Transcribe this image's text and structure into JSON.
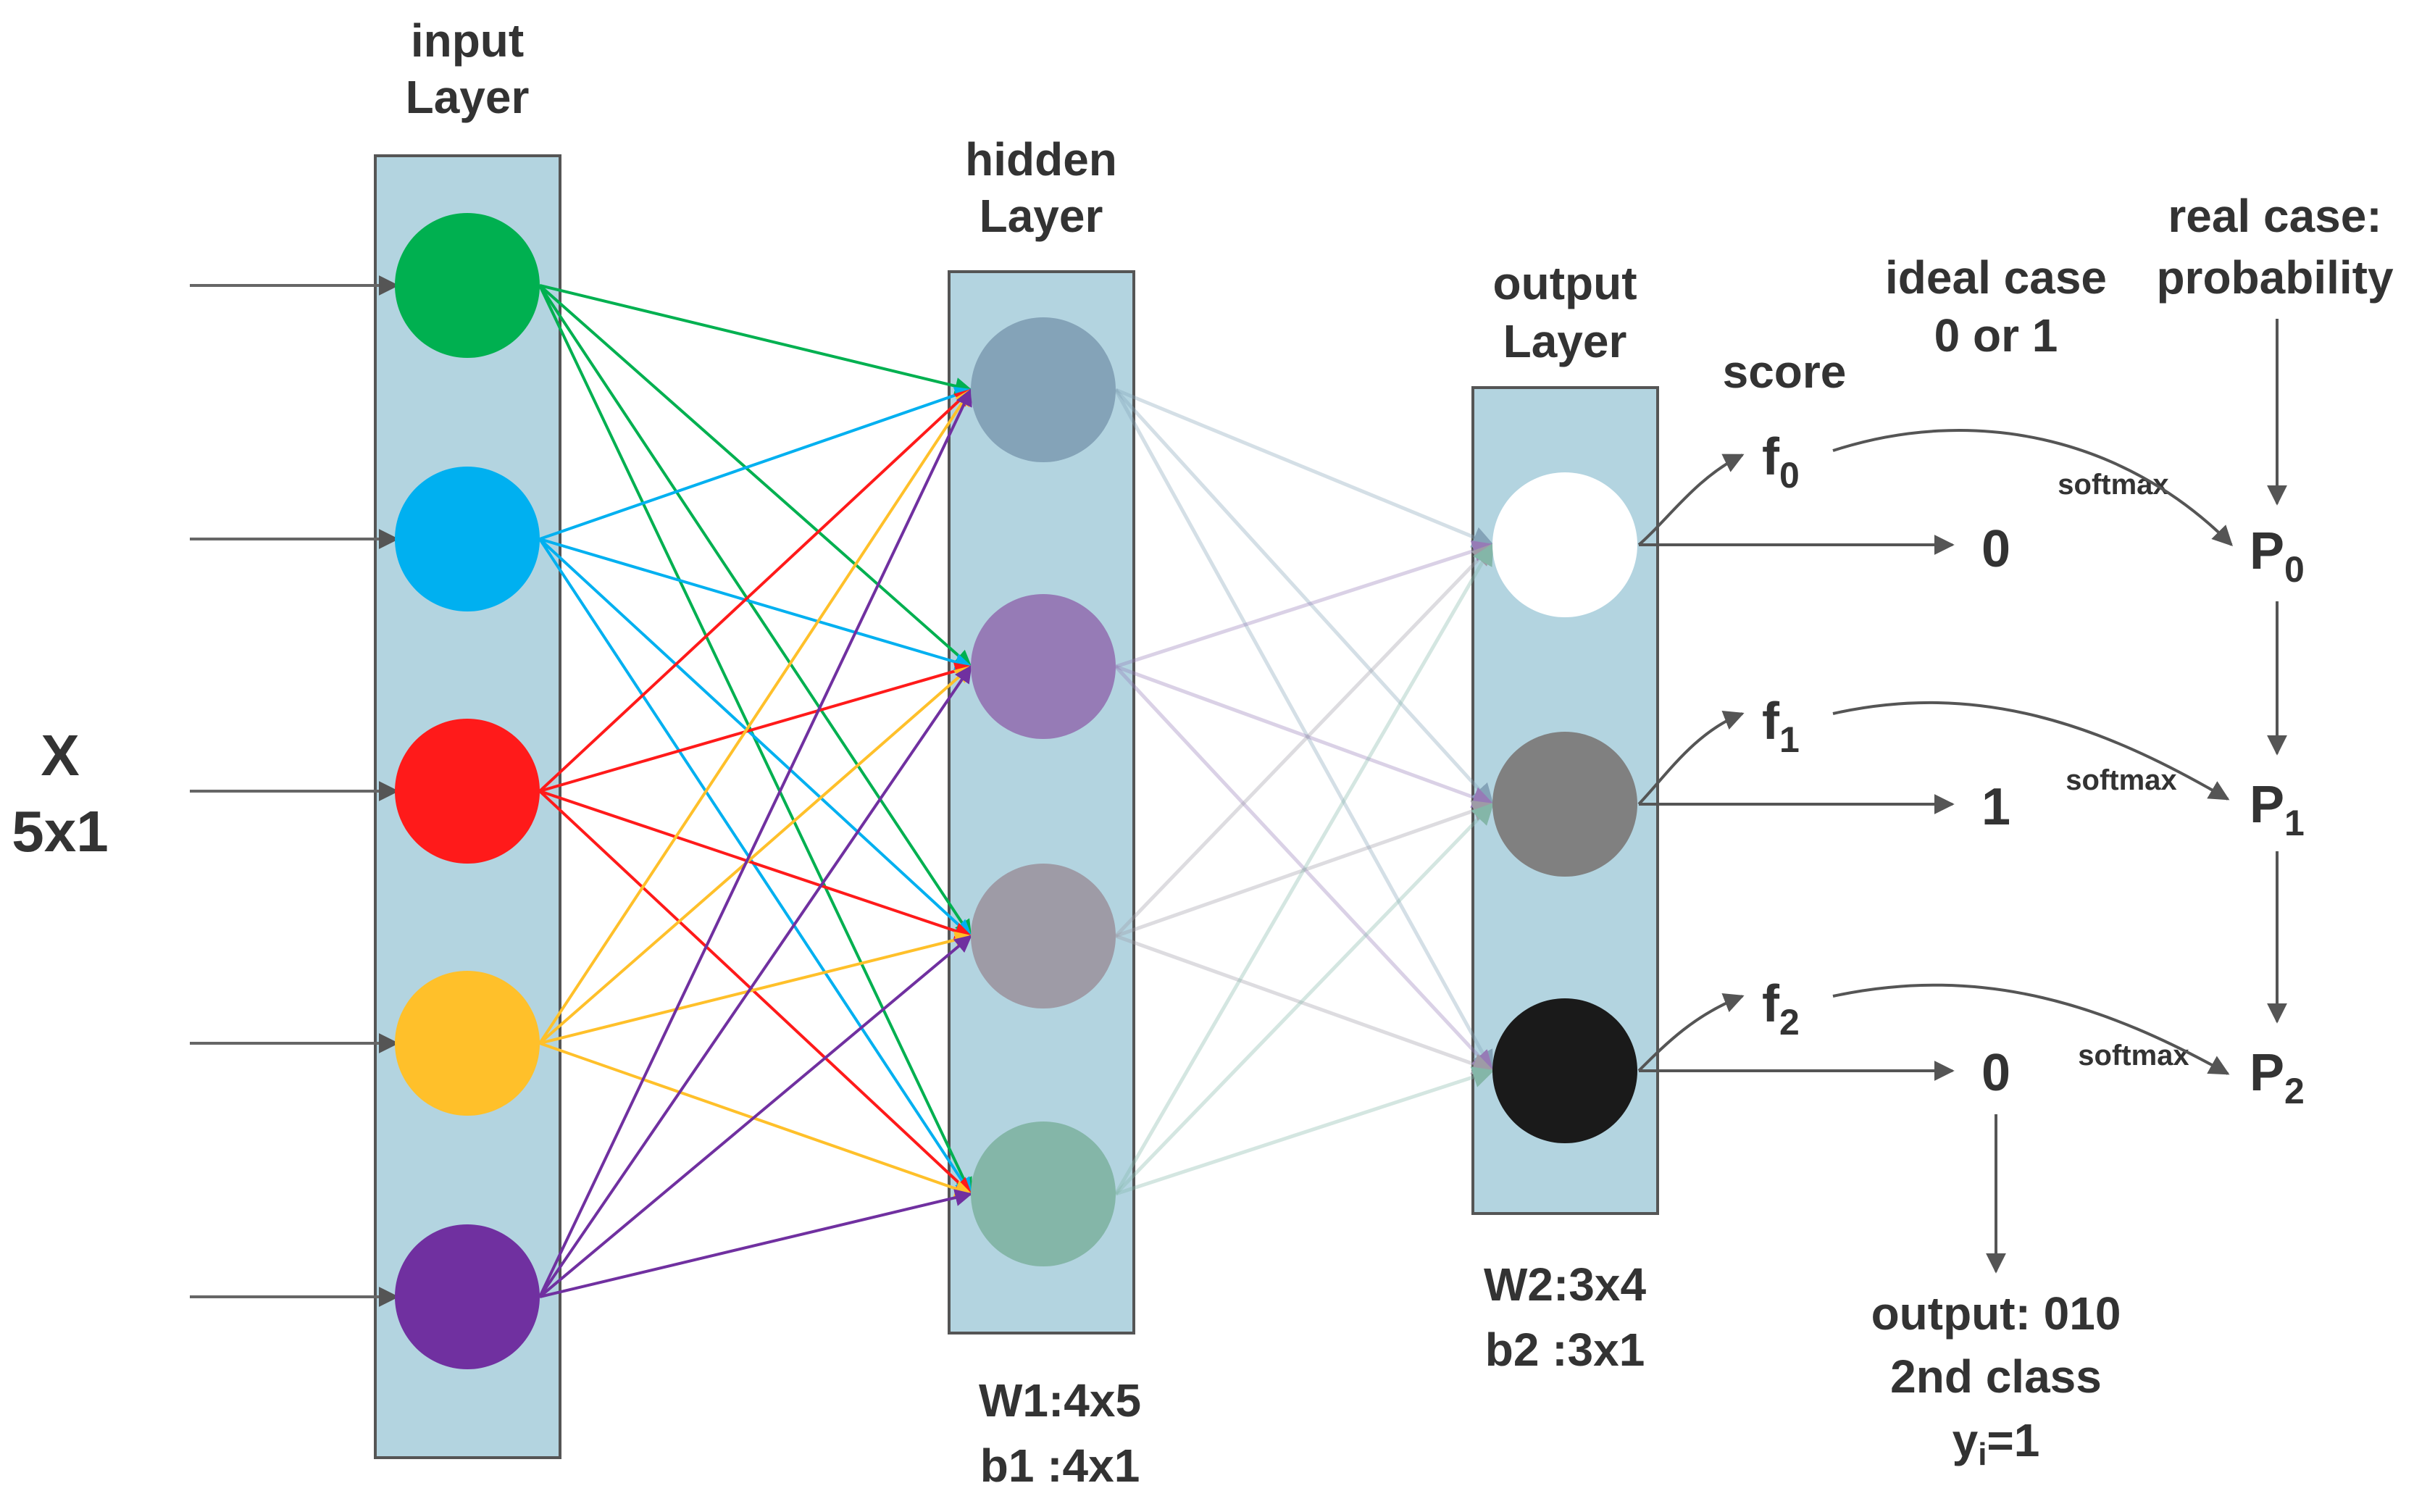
{
  "input_side": {
    "x_label": "X",
    "x_dim": "5x1"
  },
  "layers": {
    "input": {
      "title_line1": "input",
      "title_line2": "Layer"
    },
    "hidden": {
      "title_line1": "hidden",
      "title_line2": "Layer"
    },
    "output": {
      "title_line1": "output",
      "title_line2": "Layer"
    }
  },
  "input_nodes": [
    {
      "color": "#00b050"
    },
    {
      "color": "#00b0f0"
    },
    {
      "color": "#ff1a1a"
    },
    {
      "color": "#ffc02a"
    },
    {
      "color": "#7030a0"
    }
  ],
  "hidden_nodes": [
    {
      "color": "#84a3b8"
    },
    {
      "color": "#967bb6"
    },
    {
      "color": "#9e9ba6"
    },
    {
      "color": "#84b6a8"
    }
  ],
  "output_nodes": [
    {
      "color": "#ffffff"
    },
    {
      "color": "#808080"
    },
    {
      "color": "#1a1a1a"
    }
  ],
  "weights": {
    "w1_line1": "W1:4x5",
    "w1_line2": "b1 :4x1",
    "w2_line1": "W2:3x4",
    "w2_line2": "b2 :3x1"
  },
  "headers": {
    "score": "score",
    "ideal_line1": "ideal case",
    "ideal_line2": "0 or 1",
    "real_line1": "real case:",
    "real_line2": "probability"
  },
  "scores": [
    {
      "f": "f",
      "sub": "0"
    },
    {
      "f": "f",
      "sub": "1"
    },
    {
      "f": "f",
      "sub": "2"
    }
  ],
  "ideal_values": [
    "0",
    "1",
    "0"
  ],
  "softmax_label": "softmax",
  "probabilities": [
    {
      "p": "P",
      "sub": "0"
    },
    {
      "p": "P",
      "sub": "1"
    },
    {
      "p": "P",
      "sub": "2"
    }
  ],
  "result": {
    "line1": "output: 010",
    "line2": "2nd class",
    "line3_main": "y",
    "line3_sub": "i",
    "line3_tail": "=1"
  }
}
